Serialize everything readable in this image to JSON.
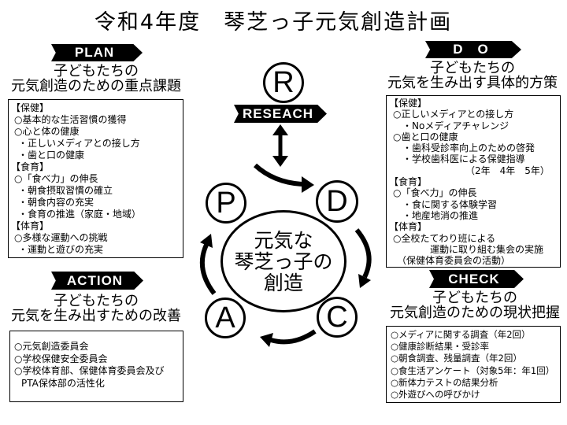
{
  "title": "令和4年度　琴芝っ子元気創造計画",
  "colors": {
    "ink": "#000000",
    "paper": "#ffffff",
    "banner_text": "#ffffff"
  },
  "cycle": {
    "research_letter": "R",
    "research_label": "RESEACH",
    "plan_letter": "P",
    "do_letter": "D",
    "check_letter": "C",
    "action_letter": "A",
    "center_lines": [
      "元気な",
      "琴芝っ子の",
      "創造"
    ]
  },
  "plan": {
    "label": "PLAN",
    "heading": [
      "子どもたちの",
      "元気創造のための重点課題"
    ],
    "items": [
      "【保健】",
      "○基本的な生活習慣の獲得",
      "○心と体の健康",
      "・正しいメディアとの接し方",
      "・歯と口の健康",
      "【食育】",
      "○「食べ力」の伸長",
      "・朝食摂取習慣の確立",
      "・朝食内容の充実",
      "・食育の推進（家庭・地域）",
      "【体育】",
      "○多様な運動への挑戦",
      "・運動と遊びの充実"
    ]
  },
  "do": {
    "label": "D　O",
    "heading": [
      "子どもたちの",
      "元気を生み出す具体的方策"
    ],
    "items": [
      "【保健】",
      "○正しいメディアとの接し方",
      "・Noメディアチャレンジ",
      "○歯と口の健康",
      "・歯科受診率向上のための啓発",
      "・学校歯科医による保健指導",
      "（2年　4年　5年）",
      "【食育】",
      "○「食べ力」の伸長",
      "・食に関する体験学習",
      "・地産地消の推進",
      "【体育】",
      "○全校たてわり班による",
      "運動に取り組む集会の実施",
      "（保健体育委員会の活動）"
    ]
  },
  "action": {
    "label": "ACTION",
    "heading": [
      "子どもたちの",
      "元気を生み出すための改善"
    ],
    "items": [
      "○元気創造委員会",
      "○学校保健安全委員会",
      "○学校体育部、保健体育委員会及び",
      "PTA保体部の活性化"
    ]
  },
  "check": {
    "label": "CHECK",
    "heading": [
      "子どもたちの",
      "元気創造のための現状把握"
    ],
    "items": [
      "○メディアに関する調査（年2回）",
      "○健康診断結果・受診率",
      "○朝食調査、残量調査（年2回）",
      "○食生活アンケート（対象5年：年1回）",
      "○新体力テストの結果分析",
      "○外遊びへの呼びかけ"
    ]
  }
}
